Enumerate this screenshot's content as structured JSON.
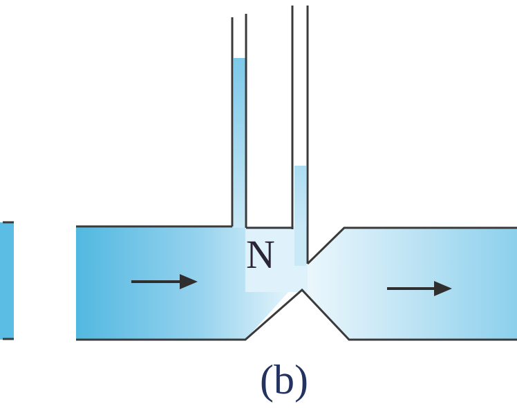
{
  "diagram": {
    "point_label": "N",
    "caption": "(b)",
    "flow_arrows": [
      "flow-direction-arrow",
      "flow-direction-arrow"
    ],
    "colors": {
      "fluid_dark": "#52b8e0",
      "fluid_light": "#eef8fd",
      "wall": "#3a3a3a",
      "arrow": "#2f2f2f",
      "tube_fluid": "#7cc8e9"
    }
  }
}
